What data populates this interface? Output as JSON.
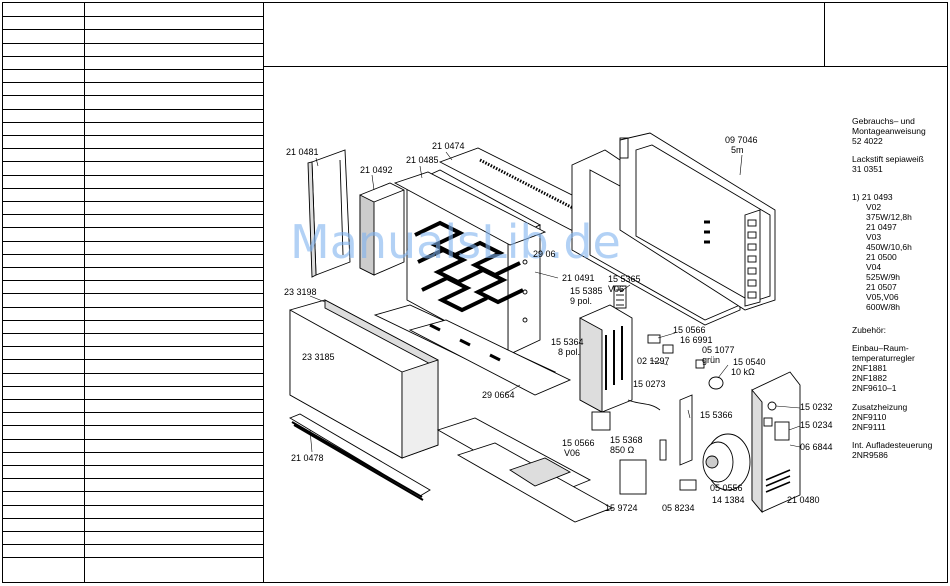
{
  "watermark": "ManualsLib.de",
  "labels": {
    "l210481": "21 0481",
    "l210492": "21 0492",
    "l210485": "21 0485",
    "l210474": "21 0474",
    "l097046": "09 7046",
    "l5m": "5m",
    "l290600": "29 06",
    "l210491": "21 0491",
    "l155365": "15 5365",
    "lV06a": "V06",
    "l155385": "15 5385",
    "l9pol": "9 pol.",
    "l233198": "23 3198",
    "l233185": "23 3185",
    "l155364": "15 5364",
    "l8pol": "8 pol.",
    "l150566a": "15 0566",
    "l166991": "16 6991",
    "l051077": "05 1077",
    "lgruen": "grün",
    "l021297": "02 1297",
    "l150540": "15 0540",
    "l10k": "10 kΩ",
    "l290664": "29 0664",
    "l150273": "15 0273",
    "l155366": "15 5366",
    "l150232": "15 0232",
    "l150234": "15 0234",
    "l066844": "06 6844",
    "l210478": "21 0478",
    "l150566b": "15 0566",
    "lV06b": "V06",
    "l155368": "15 5368",
    "l850": "850 Ω",
    "l055556": "05 0556",
    "l141384": "14 1384",
    "l210480": "21 0480",
    "l159724": "15 9724",
    "l058234": "05 8234"
  },
  "side": {
    "s1": "Gebrauchs– und",
    "s2": "Montageanweisung",
    "s3": "52 4022",
    "s4": "Lackstift sepiaweiß",
    "s5": "31 0351",
    "s6": "1)  21 0493",
    "s7": "V02",
    "s8": "375W/12,8h",
    "s9": "21 0497",
    "s10": "V03",
    "s11": "450W/10,6h",
    "s12": "21 0500",
    "s13": "V04",
    "s14": "525W/9h",
    "s15": "21 0507",
    "s16": "V05,V06",
    "s17": "600W/8h",
    "s18": "Zubehör:",
    "s19": "Einbau–Raum-",
    "s20": "temperaturregler",
    "s21": "2NF1881",
    "s22": "2NF1882",
    "s23": "2NF9610–1",
    "s24": "Zusatzheizung",
    "s25": "2NF9110",
    "s26": "2NF9111",
    "s27": "Int. Aufladesteuerung",
    "s28": "2NR9586"
  }
}
